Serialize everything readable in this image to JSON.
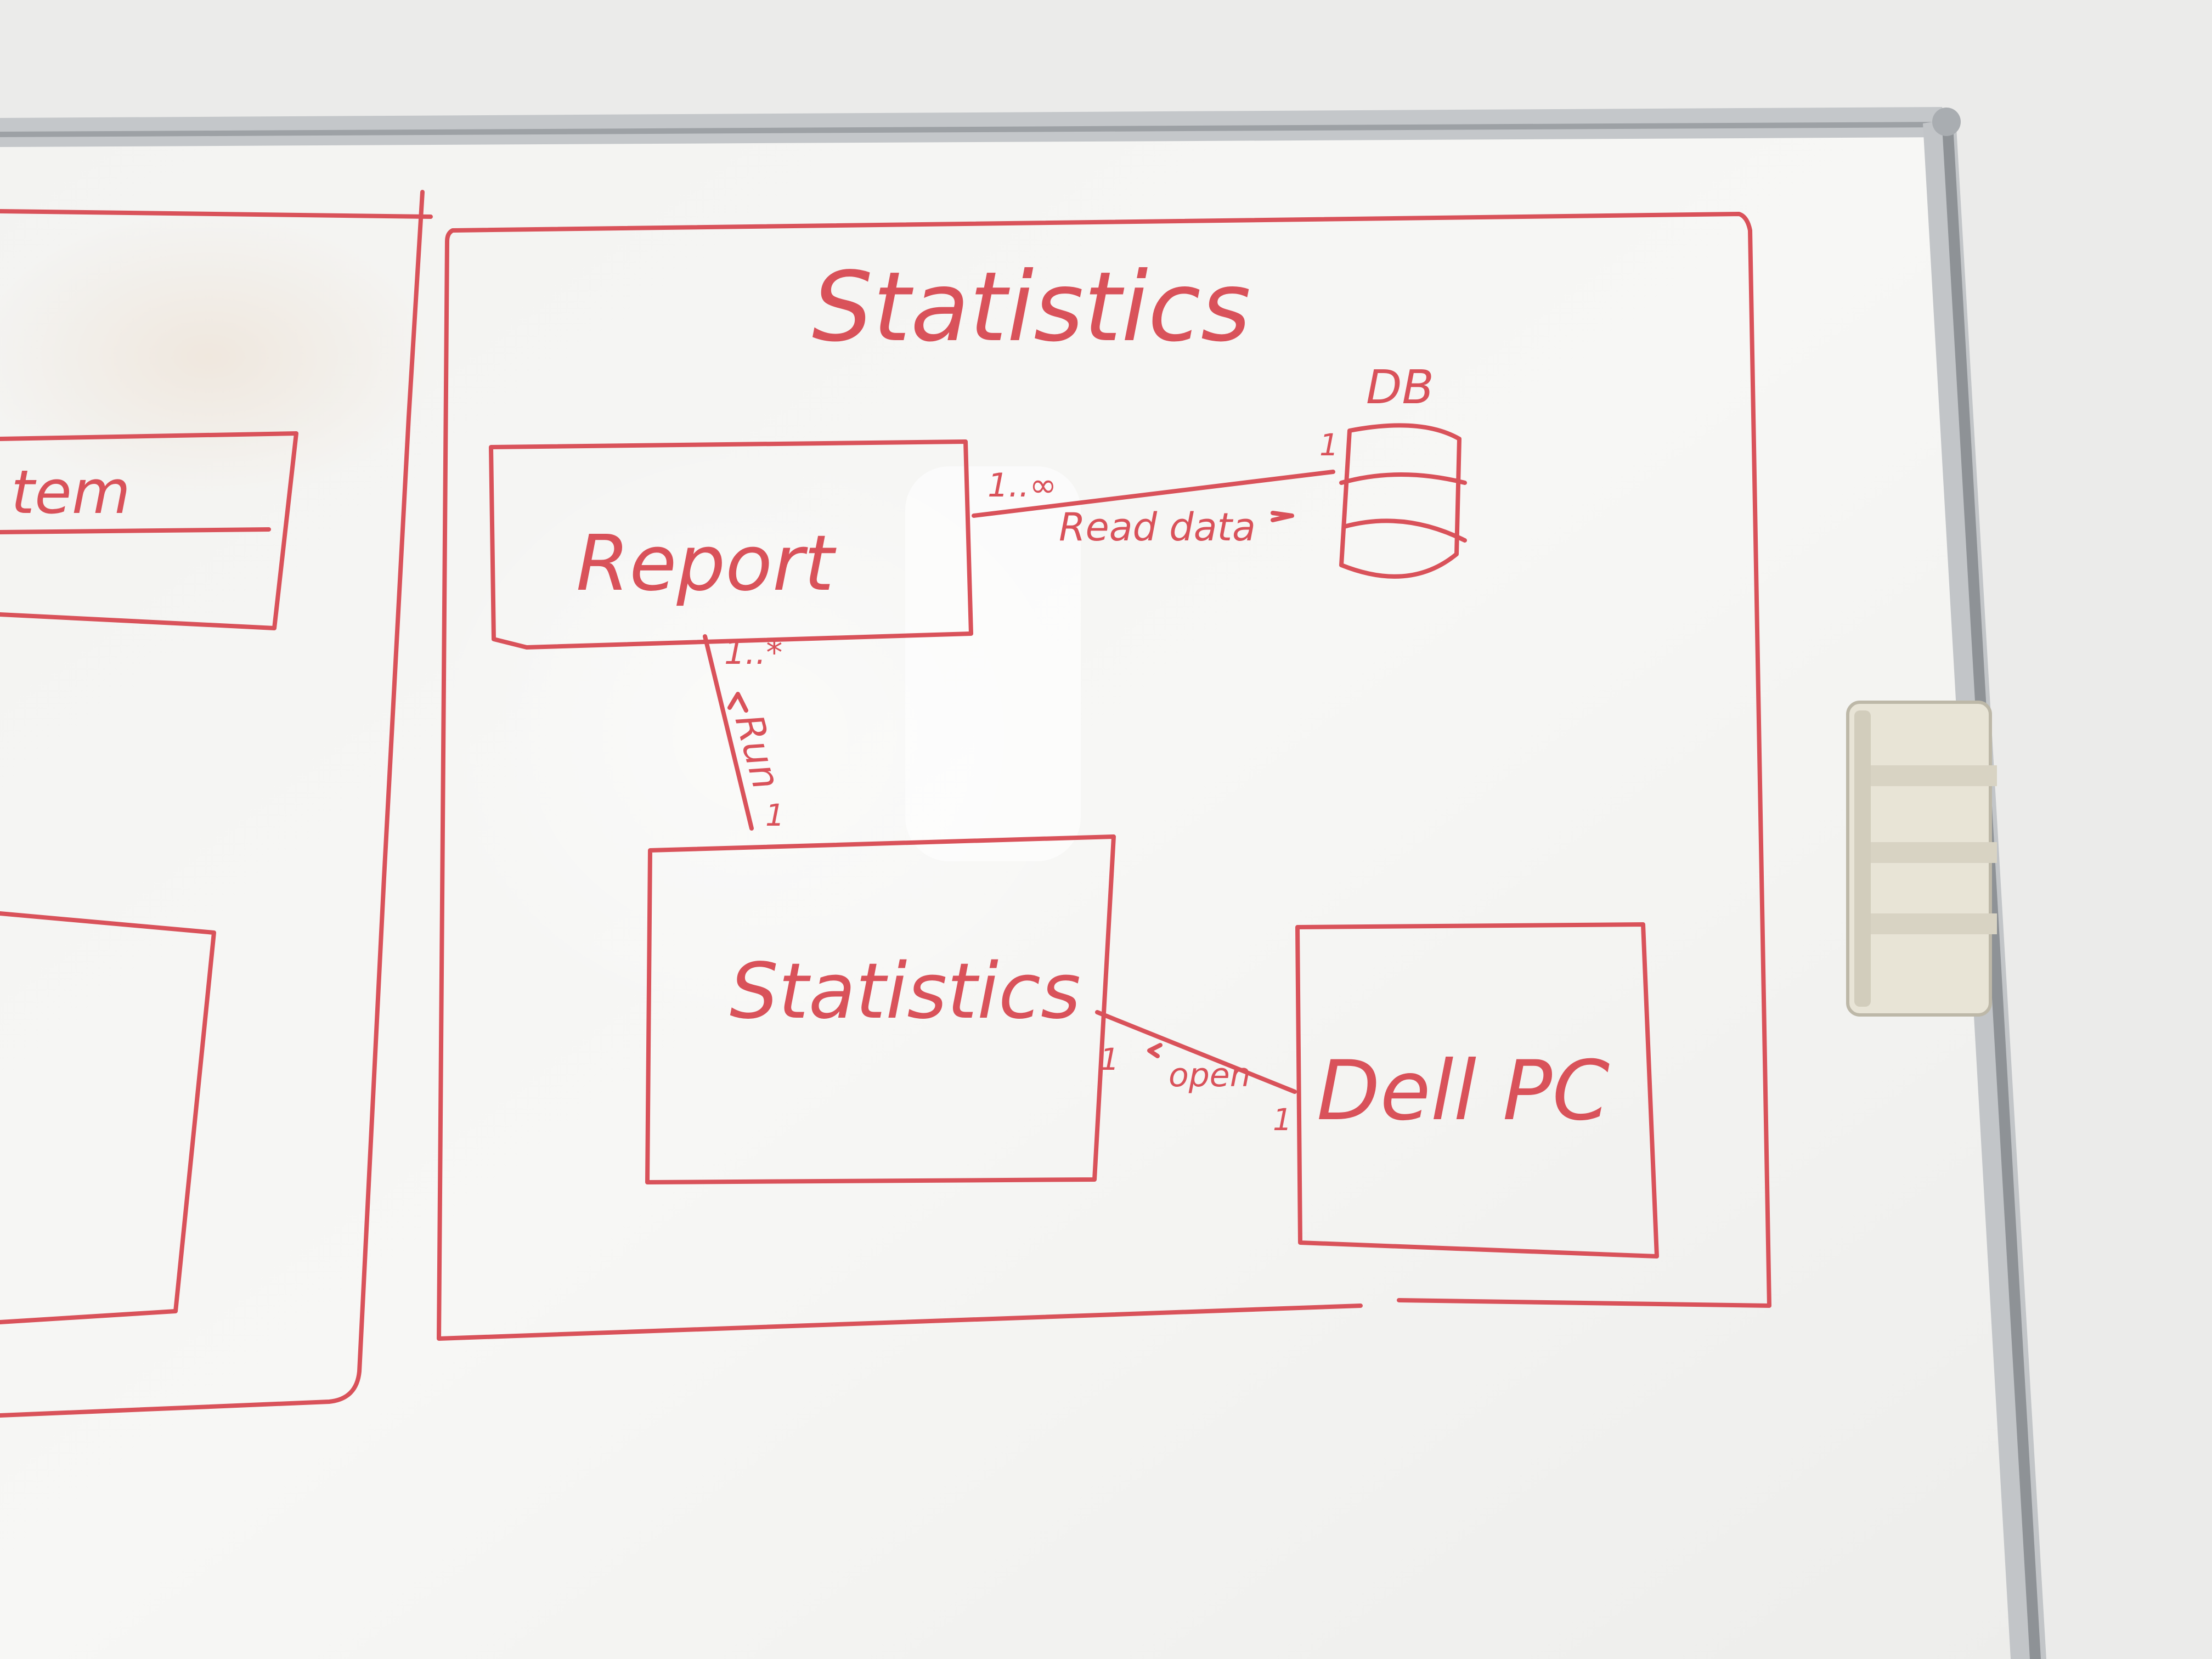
{
  "board": {
    "ink_color": "#d9525a",
    "board_color": "#f4f4f2",
    "wall_color": "#ececec",
    "frame_color": "#b9bcbf"
  },
  "diagram": {
    "title": "Statistics",
    "left_partial_label": "tem",
    "report_box_label": "Report",
    "db_label": "DB",
    "read_data_label": "Read data",
    "report_db_multiplicity": "1..∞",
    "db_multiplicity": "1",
    "report_statistics_multiplicity": "1..*",
    "run_label": "Run",
    "run_end_multiplicity": "1",
    "statistics_box_label": "Statistics",
    "open_label": "open",
    "open_left_multiplicity": "1",
    "open_right_multiplicity": "1",
    "dell_box_label": "Dell PC"
  }
}
